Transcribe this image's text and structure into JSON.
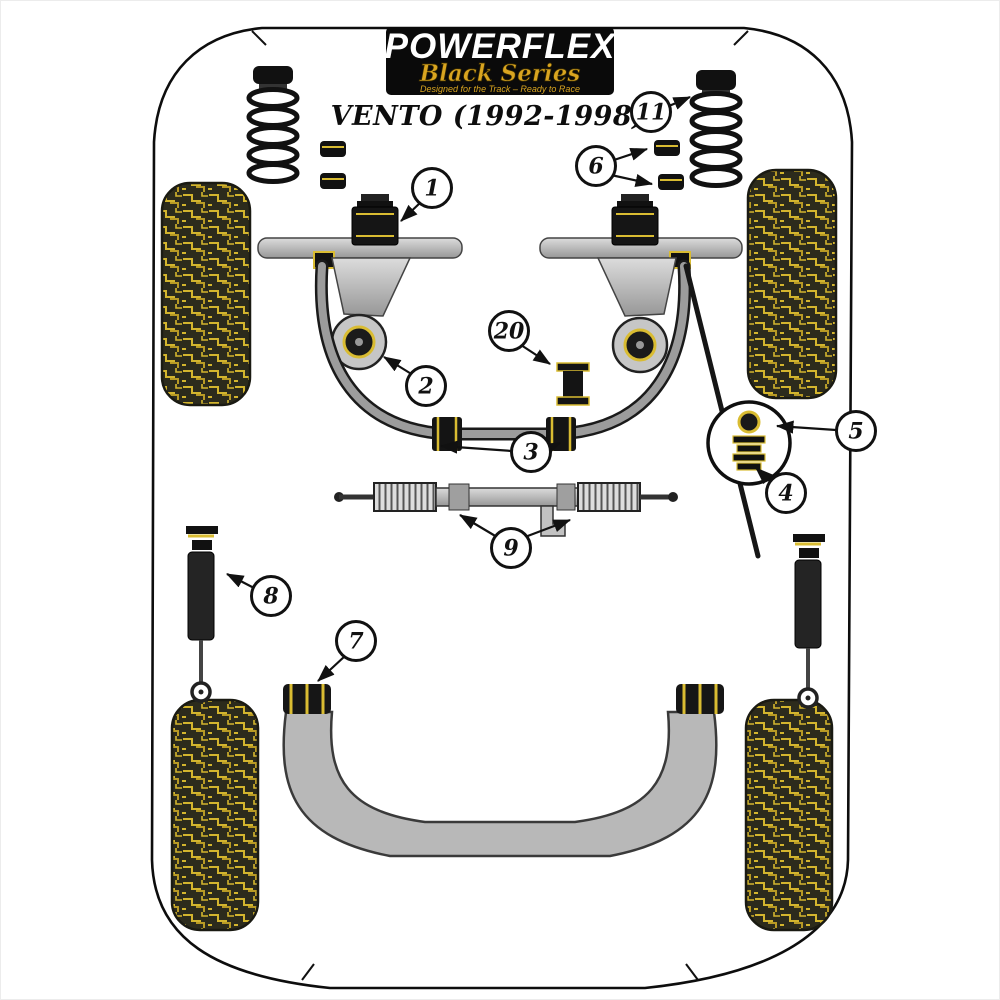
{
  "logo": {
    "brand": "POWERFLEX",
    "series": "Black Series",
    "tagline": "Designed for the Track – Ready to Race"
  },
  "title": "VENTO (1992-1998)",
  "callouts": {
    "c1": "1",
    "c2": "2",
    "c3": "3",
    "c4": "4",
    "c5": "5",
    "c6": "6",
    "c7": "7",
    "c8": "8",
    "c9": "9",
    "c11": "11",
    "c20": "20"
  },
  "colors": {
    "accent_yellow": "#d9bc32",
    "logo_gold": "#d9a520",
    "logo_background": "#0a0a0a",
    "line": "#0d0d0d",
    "part_gray": "#b8b8b8",
    "tread_dark": "#2c2b1c"
  },
  "diagram": {
    "type": "suspension-fitment-diagram",
    "vehicle": "VW Vento 1992-1998 chassis, top view",
    "part_positions": [
      {
        "num": "1",
        "part": "front-upper-engine-mount-bush"
      },
      {
        "num": "2",
        "part": "front-wishbone-rear-bush"
      },
      {
        "num": "3",
        "part": "front-anti-roll-bar-bushes"
      },
      {
        "num": "4",
        "part": "steering-linkage-lower-bush"
      },
      {
        "num": "5",
        "part": "steering-linkage-ball-bush"
      },
      {
        "num": "6",
        "part": "front-bump-stops"
      },
      {
        "num": "7",
        "part": "rear-beam-mounting-bush"
      },
      {
        "num": "8",
        "part": "rear-shock-upper-mount"
      },
      {
        "num": "9",
        "part": "steering-rack-mount-bushes"
      },
      {
        "num": "11",
        "part": "front-spring-top-cap"
      },
      {
        "num": "20",
        "part": "gearbox-mount-bush"
      }
    ]
  }
}
